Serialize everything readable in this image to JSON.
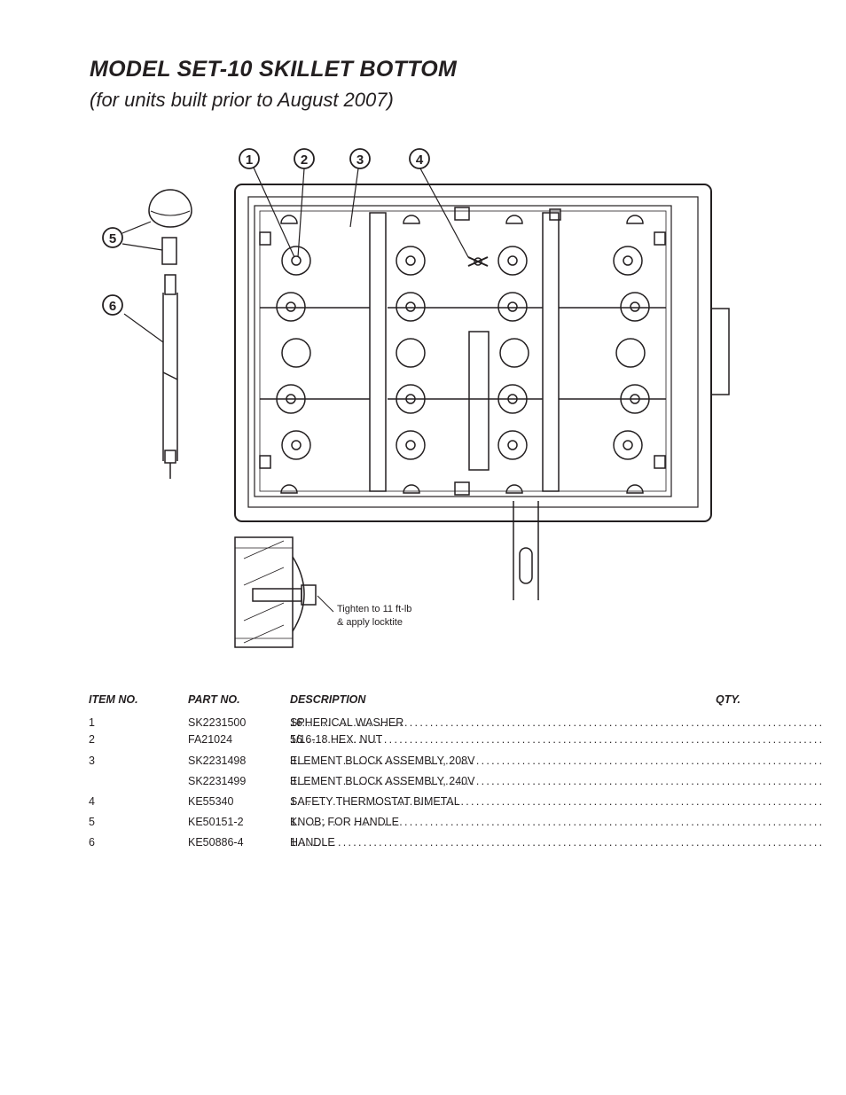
{
  "header": {
    "title": "MODEL SET-10 SKILLET BOTTOM",
    "subtitle": "(for units built prior to August 2007)"
  },
  "diagram": {
    "callouts": [
      "1",
      "2",
      "3",
      "4",
      "5",
      "6"
    ],
    "note_line1": "Tighten to 11 ft-lb",
    "note_line2": "& apply locktite"
  },
  "table": {
    "headers": {
      "item": "ITEM NO.",
      "part": "PART NO.",
      "desc": "DESCRIPTION",
      "qty": "QTY."
    },
    "rows": [
      {
        "item": "1",
        "part": "SK2231500",
        "desc": "SPHERICAL WASHER",
        "qty": "16"
      },
      {
        "item": "2",
        "part": "FA21024",
        "desc": "5/16-18 HEX. NUT",
        "qty": "16"
      },
      {
        "item": "3",
        "part": "SK2231498",
        "desc": "ELEMENT BLOCK ASSEMBLY, 208V",
        "qty": "3"
      },
      {
        "item": "",
        "part": "SK2231499",
        "desc": "ELEMENT BLOCK ASSEMBLY, 240V",
        "qty": "3"
      },
      {
        "item": "4",
        "part": "KE55340",
        "desc": "SAFETY THERMOSTAT BIMETAL",
        "qty": "1"
      },
      {
        "item": "5",
        "part": "KE50151-2",
        "desc": "KNOB; FOR HANDLE",
        "qty": "1"
      },
      {
        "item": "6",
        "part": "KE50886-4",
        "desc": "HANDLE",
        "qty": "1"
      }
    ]
  }
}
